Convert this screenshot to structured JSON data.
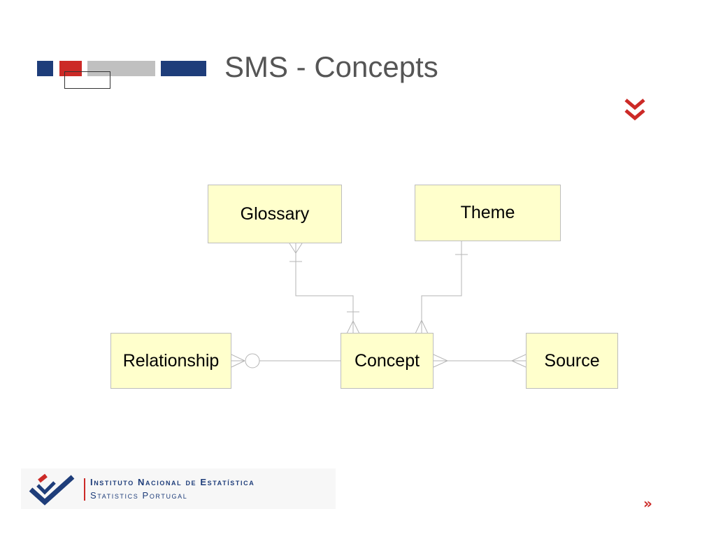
{
  "slide": {
    "title": "SMS - Concepts"
  },
  "colors": {
    "navy": "#1e3d7a",
    "red": "#cc2a27",
    "gray": "#c0c0c0",
    "entity_fill": "#ffffcc",
    "connector": "#b5b5b5"
  },
  "diagram": {
    "entities": [
      {
        "id": "glossary",
        "label": "Glossary"
      },
      {
        "id": "theme",
        "label": "Theme"
      },
      {
        "id": "relationship",
        "label": "Relationship"
      },
      {
        "id": "concept",
        "label": "Concept"
      },
      {
        "id": "source",
        "label": "Source"
      }
    ],
    "relations": [
      {
        "from": "glossary",
        "to": "concept",
        "from_end": "one-or-many",
        "to_end": "one-or-many"
      },
      {
        "from": "theme",
        "to": "concept",
        "from_end": "one",
        "to_end": "many"
      },
      {
        "from": "relationship",
        "to": "concept",
        "from_end": "zero-or-many",
        "to_end": "none"
      },
      {
        "from": "concept",
        "to": "source",
        "from_end": "many",
        "to_end": "many"
      }
    ]
  },
  "footer": {
    "org_name": "Instituto Nacional de Estatística",
    "org_subtitle": "Statistics Portugal",
    "logo_icon": "ine-checkmark-icon",
    "next_label": "»"
  },
  "navigation": {
    "down_icon": "double-chevron-down-icon"
  }
}
